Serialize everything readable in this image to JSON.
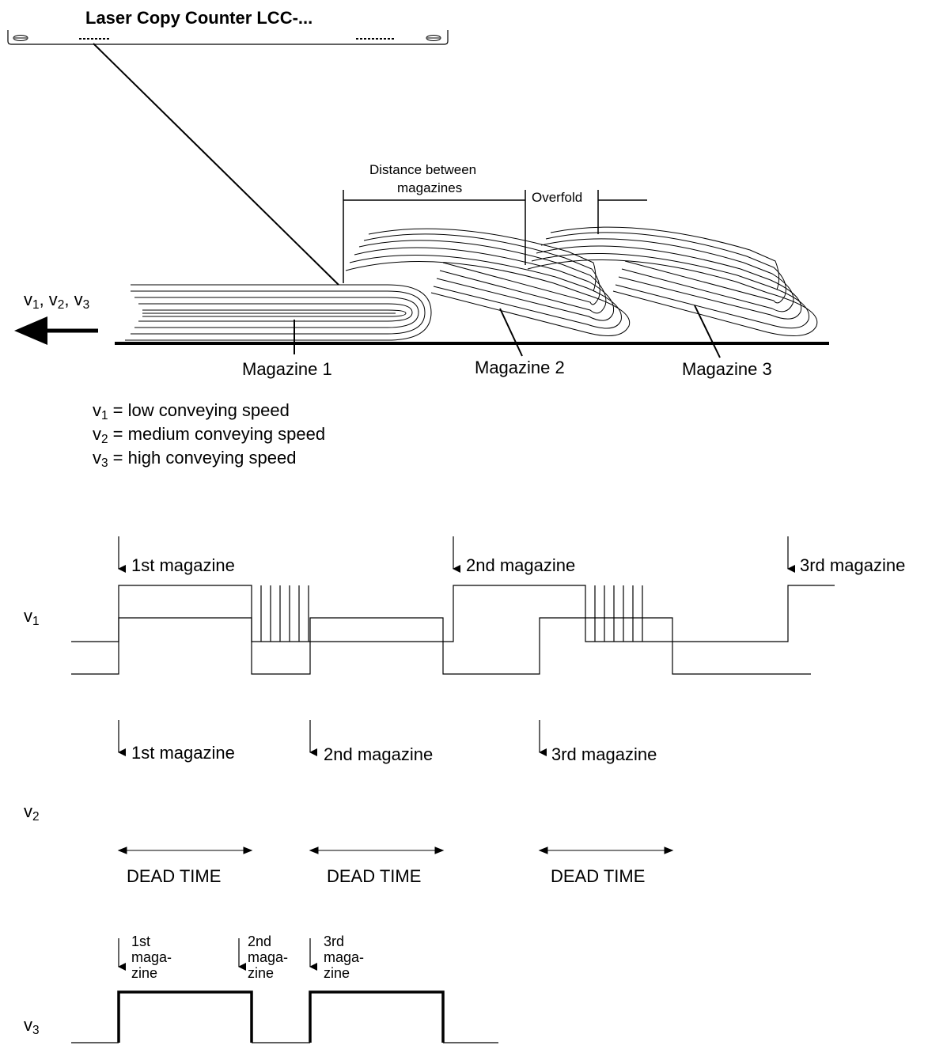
{
  "title": "Laser Copy Counter LCC-...",
  "top_diagram": {
    "distance_label_line1": "Distance between",
    "distance_label_line2": "magazines",
    "overfold_label": "Overfold",
    "speeds_label": {
      "base": "v",
      "subs": [
        "1",
        "2",
        "3"
      ],
      "sep": ", "
    },
    "magazines": [
      "Magazine 1",
      "Magazine 2",
      "Magazine 3"
    ]
  },
  "legend": [
    {
      "base": "v",
      "sub": "1",
      "text": " = low conveying speed"
    },
    {
      "base": "v",
      "sub": "2",
      "text": " = medium conveying speed"
    },
    {
      "base": "v",
      "sub": "3",
      "text": " = high conveying speed"
    }
  ],
  "timing": {
    "v1": {
      "base": "v",
      "sub": "1",
      "markers": [
        "1st magazine",
        "2nd magazine",
        "3rd magazine"
      ]
    },
    "v2": {
      "base": "v",
      "sub": "2",
      "markers": [
        "1st magazine",
        "2nd magazine",
        "3rd magazine"
      ],
      "dead_time": [
        "DEAD TIME",
        "DEAD TIME",
        "DEAD TIME"
      ]
    },
    "v3": {
      "base": "v",
      "sub": "3",
      "markers": [
        "1st\nmaga-\nzine",
        "2nd\nmaga-\nzine",
        "3rd\nmaga-\nzine"
      ]
    }
  }
}
